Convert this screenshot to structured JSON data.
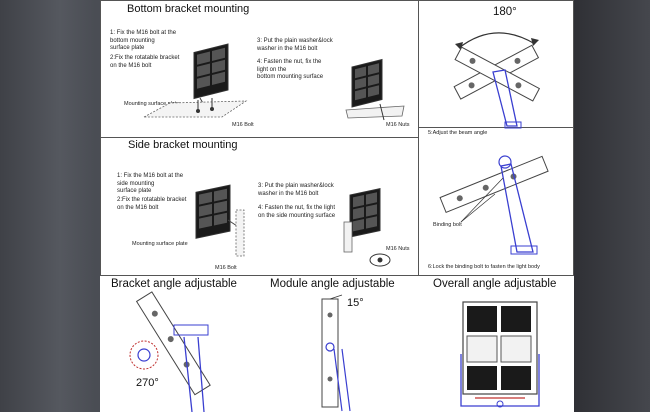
{
  "sections": {
    "bottom": {
      "title": "Bottom bracket mounting",
      "step1": "1: Fix the M16 bolt at the\nbottom mounting\nsurface plate",
      "step2": "2:Fix the rotatable bracket\non the M16 bolt",
      "step3": "3: Put the plain washer&lock\nwasher in the M16 bolt",
      "step4": "4: Fasten the nut, fix the\nlight on the\nbottom mounting surface",
      "label_plate": "Mounting surface plate",
      "label_bolt": "M16 Bolt",
      "label_nuts": "M16 Nuts"
    },
    "side": {
      "title": "Side bracket mounting",
      "step1": "1: Fix the M16 bolt at the\nside mounting\nsurface plate",
      "step2": "2:Fix the rotatable bracket\non the M16 bolt",
      "step3": "3: Put the plain washer&lock\nwasher in the M16 bolt",
      "step4": "4: Fasten the nut, fix the light\non the side mounting surface",
      "label_plate": "Mounting surface plate",
      "label_bolt": "M16 Bolt",
      "label_nuts": "M16 Nuts"
    },
    "beam": {
      "angle_label": "180°",
      "step5": "5:Adjust the beam angle",
      "binding_label": "Binding bolt",
      "step6": "6:Lock the binding bolt to fasten the light body"
    },
    "bottom_row": {
      "bracket_title": "Bracket angle adjustable",
      "bracket_angle": "270°",
      "module_title": "Module angle adjustable",
      "module_angle": "15°",
      "overall_title": "Overall angle adjustable"
    }
  },
  "colors": {
    "line_art": "#333333",
    "bracket_blue": "#3a3fd0",
    "accent_red": "#c0302f"
  }
}
